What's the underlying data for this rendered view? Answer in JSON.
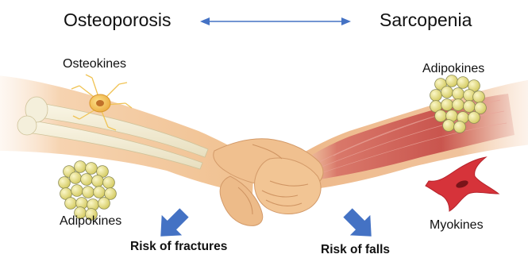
{
  "titles": {
    "left": "Osteoporosis",
    "right": "Sarcopenia"
  },
  "labels": {
    "osteokines": "Osteokines",
    "adipokines_left": "Adipokines",
    "adipokines_right": "Adipokines",
    "myokines": "Myokines"
  },
  "risks": {
    "fractures": "Risk of fractures",
    "falls": "Risk of falls"
  },
  "colors": {
    "double_arrow": "#4472c4",
    "risk_arrow": "#4472c4",
    "skin": "#f2c79a",
    "bone": "#f1ecd6",
    "muscle": "#c9554e",
    "fat": "#e4dd86",
    "myocyte": "#d6333a",
    "osteocyte": "#f3c64a"
  },
  "icons": [
    "double-arrow-icon",
    "fat-cluster-icon",
    "osteocyte-icon",
    "myocyte-icon",
    "down-arrow-icon"
  ]
}
